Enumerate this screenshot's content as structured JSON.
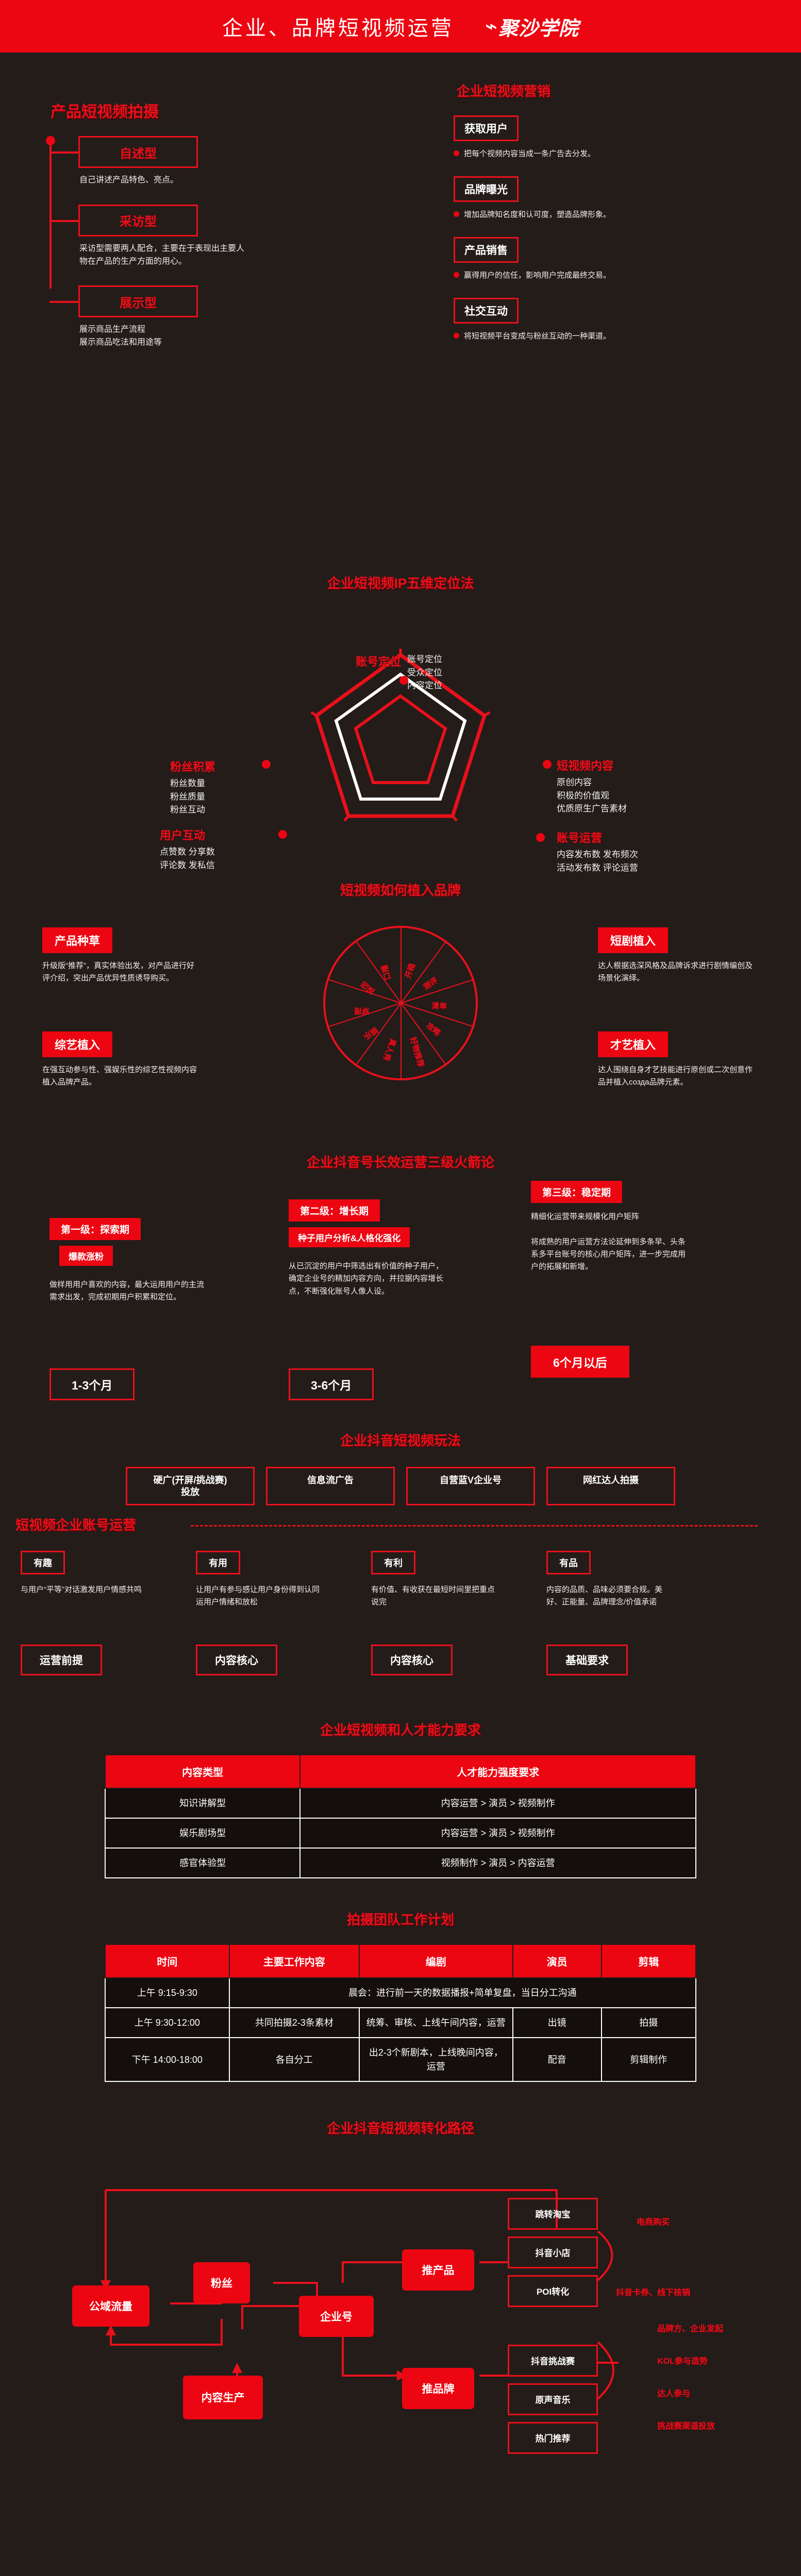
{
  "header": {
    "title": "企业、品牌短视频运营",
    "logo_mark": "⌁",
    "logo_text": "聚沙学院"
  },
  "product_shooting": {
    "title": "产品短视频拍摄",
    "items": [
      {
        "label": "自述型",
        "desc": "自己讲述产品特色、亮点。"
      },
      {
        "label": "采访型",
        "desc": "采访型需要两人配合，主要在于表现出主要人物在产品的生产方面的用心。"
      },
      {
        "label": "展示型",
        "desc": "展示商品生产流程\n展示商品吃法和用途等"
      }
    ]
  },
  "marketing": {
    "title": "企业短视频营销",
    "items": [
      {
        "label": "获取用户",
        "desc": "把每个视频内容当成一条广告去分发。"
      },
      {
        "label": "品牌曝光",
        "desc": "增加品牌知名度和认可度，塑造品牌形象。"
      },
      {
        "label": "产品销售",
        "desc": "赢得用户的信任，影响用户完成最终交易。"
      },
      {
        "label": "社交互动",
        "desc": "将短视频平台变成与粉丝互动的一种渠道。"
      }
    ]
  },
  "ip_pentagon": {
    "title": "企业短视频IP五维定位法",
    "nodes": [
      {
        "name": "账号定位",
        "items": [
          "账号定位",
          "受众定位",
          "内容定位"
        ]
      },
      {
        "name": "短视频内容",
        "items": [
          "原创内容",
          "积极的价值观",
          "优质原生广告素材"
        ]
      },
      {
        "name": "账号运营",
        "items": [
          "内容发布数    发布频次",
          "活动发布数    评论运营"
        ]
      },
      {
        "name": "用户互动",
        "items": [
          "点赞数    分享数",
          "评论数    发私信"
        ]
      },
      {
        "name": "粉丝积累",
        "items": [
          "粉丝数量",
          "粉丝质量",
          "粉丝互动"
        ]
      }
    ]
  },
  "brand_embed": {
    "title": "短视频如何植入品牌",
    "wheel_labels": [
      "开箱",
      "测评",
      "清单",
      "攻略",
      "好物推荐",
      "真人秀",
      "娱乐",
      "穿搭",
      "探店",
      "口播"
    ],
    "cards": [
      {
        "tag": "产品种草",
        "desc": "升级版“推荐”，真实体验出发，对产品进行好评介绍，突出产品优异性质诱导购买。"
      },
      {
        "tag": "短剧植入",
        "desc": "达人根据选深风格及品牌诉求进行剧情编创及场景化演绎。"
      },
      {
        "tag": "综艺植入",
        "desc": "在强互动参与性、强娱乐性的综艺性视频内容植入品牌产品。"
      },
      {
        "tag": "才艺植入",
        "desc": "达人围绕自身才艺技能进行原创或二次创意作品并植入созда品牌元素。"
      }
    ]
  },
  "three_stage": {
    "title": "企业抖音号长效运营三级火箭论",
    "stages": [
      {
        "head": "第一级：探索期",
        "sub": "爆款涨粉",
        "body": "做样用用户喜欢的内容，最大运用用户的主流需求出发，完成初期用户积累和定位。",
        "result": "1-3个月"
      },
      {
        "head": "第二级：增长期",
        "sub": "种子用户分析&人格化强化",
        "body": "从已沉淀的用户中筛选出有价值的种子用户，确定企业号的精加内容方向，并拉据内容增长点，不断强化账号人像人设。",
        "result": "3-6个月"
      },
      {
        "head": "第三级：稳定期",
        "sub": "",
        "body": "精细化运营带来规模化用户矩阵\n\n将成熟的用户运营方法论延伸到多条早、头条系多平台账号的核心用户矩阵，进一步完成用户的拓展和新增。",
        "result": "6个月以后"
      }
    ]
  },
  "play_methods": {
    "title": "企业抖音短视频玩法",
    "items": [
      "硬广(开屏/挑战赛)\n投放",
      "信息流广告",
      "自营蓝V企业号",
      "网红达人拍摄"
    ]
  },
  "account_ops": {
    "title": "短视频企业账号运营",
    "columns": [
      {
        "badge": "有趣",
        "text": "与用户“平等”对话激发用户情感共鸣",
        "foot": "运营前提"
      },
      {
        "badge": "有用",
        "text": "让用户有参与感让用户身份得到认同运用户情绪和放松",
        "foot": "内容核心"
      },
      {
        "badge": "有利",
        "text": "有价值、有收获在最短时间里把重点说完",
        "foot": "内容核心"
      },
      {
        "badge": "有品",
        "text": "内容的品质、品味必须要合规。美好、正能量、品牌理念/价值承诺",
        "foot": "基础要求"
      }
    ]
  },
  "talent_table": {
    "title": "企业短视频和人才能力要求",
    "headers": [
      "内容类型",
      "人才能力强度要求"
    ],
    "rows": [
      [
        "知识讲解型",
        "内容运营 > 演员 > 视频制作"
      ],
      [
        "娱乐剧场型",
        "内容运营 > 演员 > 视频制作"
      ],
      [
        "感官体验型",
        "视频制作 > 演员 > 内容运营"
      ]
    ]
  },
  "team_plan": {
    "title": "拍摄团队工作计划",
    "headers": [
      "时间",
      "主要工作内容",
      "编剧",
      "演员",
      "剪辑"
    ],
    "rows": [
      [
        "上午 9:15-9:30",
        "晨会：进行前一天的数据播报+简单复盘，当日分工沟通",
        "",
        "",
        ""
      ],
      [
        "上午 9:30-12:00",
        "共同拍摄2-3条素材",
        "统筹、审核、上线午间内容，运营",
        "出镜",
        "拍摄"
      ],
      [
        "下午 14:00-18:00",
        "各自分工",
        "出2-3个新剧本，上线晚间内容，运营",
        "配音",
        "剪辑制作"
      ]
    ]
  },
  "conversion": {
    "title": "企业抖音短视频转化路径",
    "nodes": [
      {
        "name": "公域流量"
      },
      {
        "name": "粉丝"
      },
      {
        "name": "内容生产"
      },
      {
        "name": "企业号"
      },
      {
        "name": "推产品"
      },
      {
        "name": "推品牌"
      }
    ],
    "product_channels": [
      "跳转淘宝",
      "抖音小店",
      "POI转化"
    ],
    "brand_channels": [
      "抖音挑战赛",
      "原声音乐",
      "热门推荐"
    ],
    "notes_product": [
      "电商购买",
      "抖音卡券、线下核销"
    ],
    "notes_brand": [
      "品牌方、企业发起",
      "KOL参与造势",
      "达人参与",
      "挑战赛渠道投放"
    ]
  },
  "colors": {
    "brand_red": "#ec0612",
    "accent_red": "#e8101b",
    "background": "#231c19",
    "text_white": "#ffffff"
  }
}
